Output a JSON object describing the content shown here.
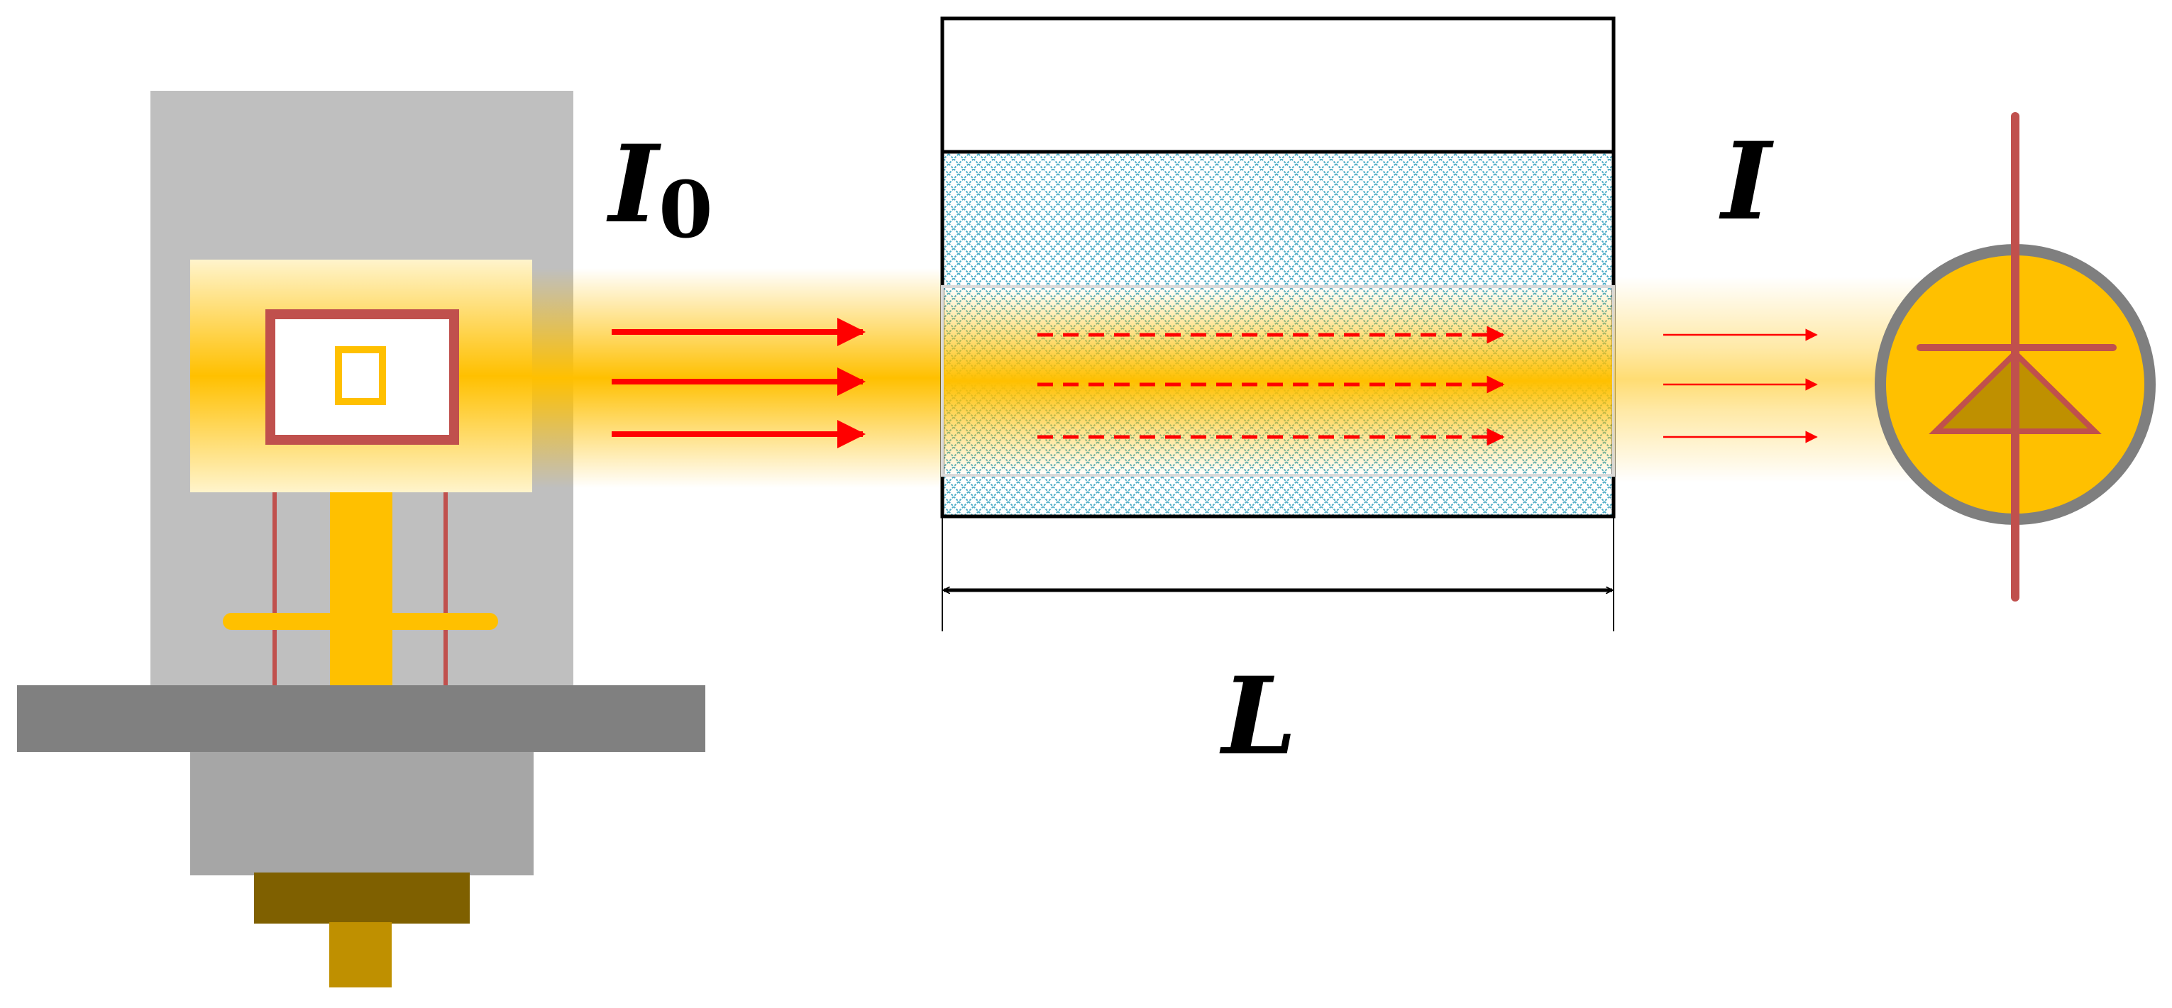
{
  "labels": {
    "incident_intensity": "I",
    "incident_subscript": "0",
    "transmitted_intensity": "I",
    "path_length": "L"
  },
  "colors": {
    "beam": "#FFC000",
    "arrow": "#FF0000",
    "lamp_housing": "#BFBFBF",
    "base_plate": "#808080",
    "socket": "#A6A6A6",
    "connector": "#7F6000",
    "pin": "#BF9000",
    "filament_frame": "#C0504D",
    "hatch": "#4BACC6",
    "detector_rim": "#7F7F7F",
    "diode_fill": "#BF9000"
  }
}
